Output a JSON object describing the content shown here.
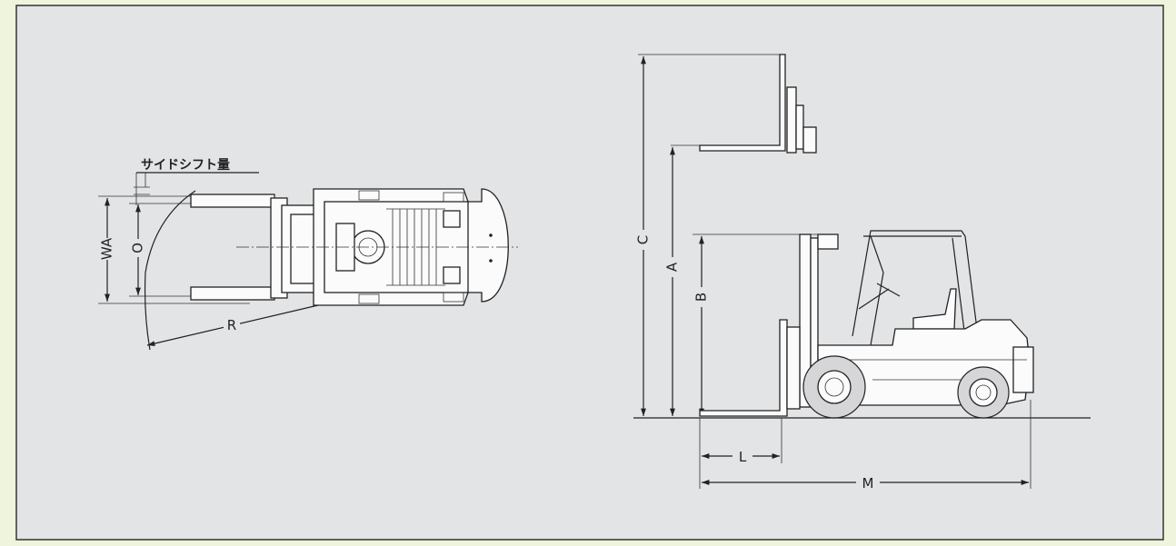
{
  "colors": {
    "page_background": "#eef5dc",
    "panel_background": "#e3e4e6",
    "panel_border": "#333333",
    "line": "#222222"
  },
  "top_view": {
    "side_shift_label": "サイドシフト量",
    "dim_wa": "WA",
    "dim_o": "O",
    "dim_r": "R"
  },
  "side_view": {
    "dim_c": "C",
    "dim_a": "A",
    "dim_b": "B",
    "dim_l": "L",
    "dim_m": "M"
  }
}
